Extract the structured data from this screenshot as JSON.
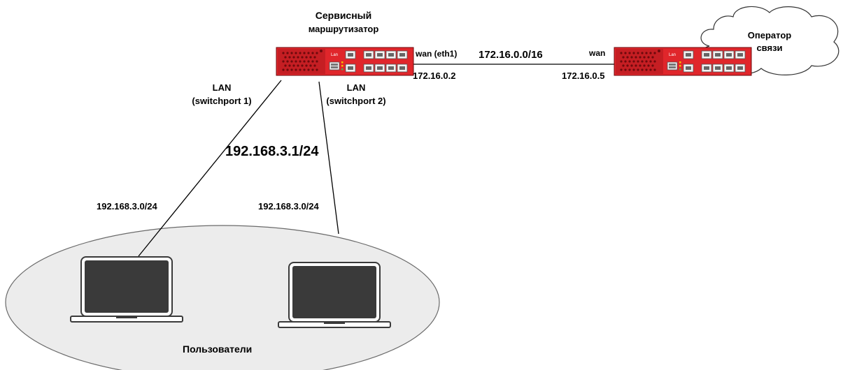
{
  "service_router": {
    "title_line1": "Сервисный",
    "title_line2": "маршрутизатор",
    "wan_port": "wan (eth1)",
    "wan_ip": "172.16.0.2",
    "lan_network": "192.168.3.1/24",
    "brand_text": "Lan"
  },
  "wan_link": {
    "network": "172.16.0.0/16"
  },
  "operator": {
    "cloud_line1": "Оператор",
    "cloud_line2": "связи",
    "wan_port": "wan",
    "wan_ip": "172.16.0.5",
    "brand_text": "Lan"
  },
  "lan_links": [
    {
      "label_line1": "LAN",
      "label_line2": "(switchport 1)",
      "subnet": "192.168.3.0/24"
    },
    {
      "label_line1": "LAN",
      "label_line2": "(switchport 2)",
      "subnet": "192.168.3.0/24"
    }
  ],
  "users_group": {
    "label": "Пользователи"
  },
  "colors": {
    "router_red": "#e0262b",
    "router_dark": "#6e0a0d",
    "cloud_fill": "#ffffff",
    "ellipse_fill": "#ececec",
    "laptop_screen": "#3a3a3a"
  }
}
